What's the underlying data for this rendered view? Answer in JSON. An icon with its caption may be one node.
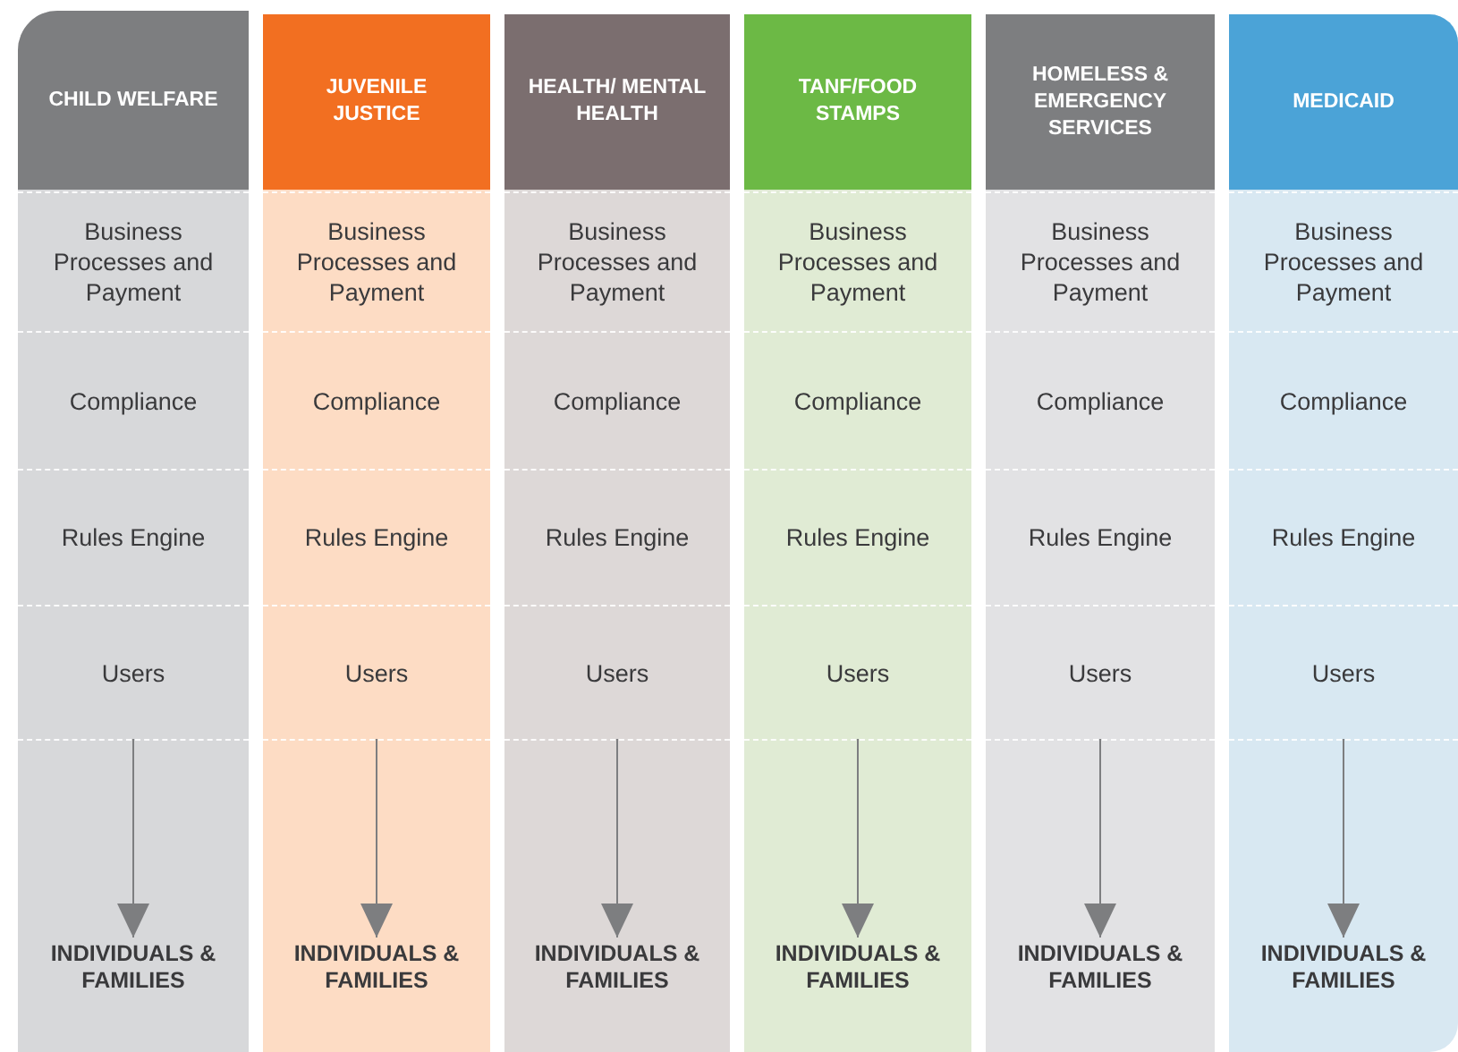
{
  "diagram": {
    "nodes": [
      {
        "text": [
          "CHILD WELFARE"
        ]
      },
      {
        "text": [
          "Business Processes and Payment"
        ],
        "in": 0
      },
      {
        "text": [
          "Compliance"
        ],
        "in": 0
      },
      {
        "text": [
          "Rules Engine"
        ],
        "in": 0
      },
      {
        "text": [
          "Users"
        ],
        "in": 0
      },
      {
        "text": [
          "INDIVIDUALS & FAMILIES"
        ],
        "in": 0
      },
      {
        "text": [
          "JUVENILE JUSTICE"
        ]
      },
      {
        "text": [
          "Business Processes and Payment"
        ],
        "in": 6
      },
      {
        "text": [
          "Compliance"
        ],
        "in": 6
      },
      {
        "text": [
          "Rules Engine"
        ],
        "in": 6
      },
      {
        "text": [
          "Users"
        ],
        "in": 6
      },
      {
        "text": [
          "INDIVIDUALS & FAMILIES"
        ],
        "in": 6
      },
      {
        "text": [
          "HEALTH/ MENTAL HEALTH"
        ]
      },
      {
        "text": [
          "Business Processes and Payment"
        ],
        "in": 12
      },
      {
        "text": [
          "Compliance"
        ],
        "in": 12
      },
      {
        "text": [
          "Rules Engine"
        ],
        "in": 12
      },
      {
        "text": [
          "Users"
        ],
        "in": 12
      },
      {
        "text": [
          "INDIVIDUALS & FAMILIES"
        ],
        "in": 12
      },
      {
        "text": [
          "TANF/FOOD STAMPS"
        ]
      },
      {
        "text": [
          "Business Processes and Payment"
        ],
        "in": 18
      },
      {
        "text": [
          "Compliance"
        ],
        "in": 18
      },
      {
        "text": [
          "Rules Engine"
        ],
        "in": 18
      },
      {
        "text": [
          "Users"
        ],
        "in": 18
      },
      {
        "text": [
          "INDIVIDUALS & FAMILIES"
        ],
        "in": 18
      },
      {
        "text": [
          "HOMELESS & EMERGENCY SERVICES"
        ]
      },
      {
        "text": [
          "Business Processes and Payment"
        ],
        "in": 24
      },
      {
        "text": [
          "Compliance"
        ],
        "in": 24
      },
      {
        "text": [
          "Rules Engine"
        ],
        "in": 24
      },
      {
        "text": [
          "Users"
        ],
        "in": 24
      },
      {
        "text": [
          "INDIVIDUALS & FAMILIES"
        ],
        "in": 24
      },
      {
        "text": [
          "MEDICAID"
        ]
      },
      {
        "text": [
          "Business Processes and Payment"
        ],
        "in": 30
      },
      {
        "text": [
          "Compliance"
        ],
        "in": 30
      },
      {
        "text": [
          "Rules Engine"
        ],
        "in": 30
      },
      {
        "text": [
          "Users"
        ],
        "in": 30
      },
      {
        "text": [
          "INDIVIDUALS & FAMILIES"
        ],
        "in": 30
      }
    ],
    "edges": [
      {
        "from": 4,
        "to": 5,
        "arrow": "to"
      },
      {
        "from": 10,
        "to": 11,
        "arrow": "to"
      },
      {
        "from": 16,
        "to": 17,
        "arrow": "to"
      },
      {
        "from": 22,
        "to": 23,
        "arrow": "to"
      },
      {
        "from": 28,
        "to": 29,
        "arrow": "to"
      },
      {
        "from": 34,
        "to": 35,
        "arrow": "to"
      }
    ]
  }
}
